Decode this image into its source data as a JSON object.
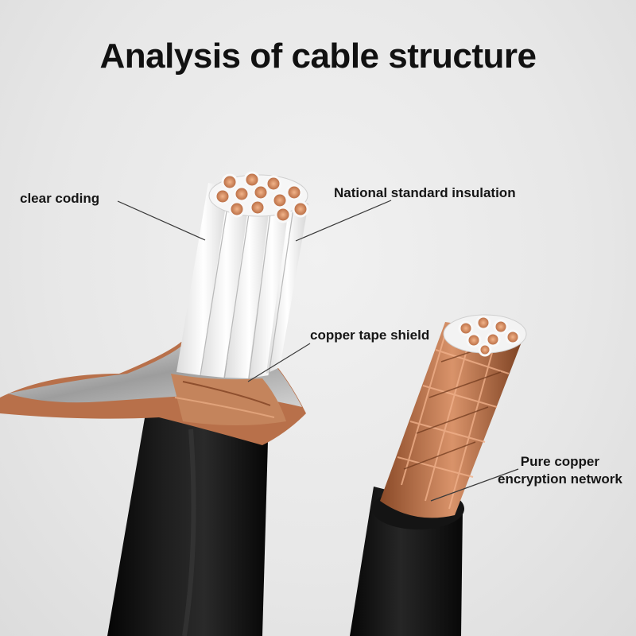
{
  "title": "Analysis of cable structure",
  "labels": {
    "clear_coding": "clear coding",
    "national_insulation": "National standard insulation",
    "copper_tape_shield": "copper tape shield",
    "pure_copper_line1": "Pure copper",
    "pure_copper_line2": "encryption network"
  },
  "colors": {
    "background": "#e8e8e8",
    "jacket": "#121212",
    "insulation": "#f4f4f4",
    "copper": "#c87a4a",
    "foil": "#b9b9b9"
  }
}
